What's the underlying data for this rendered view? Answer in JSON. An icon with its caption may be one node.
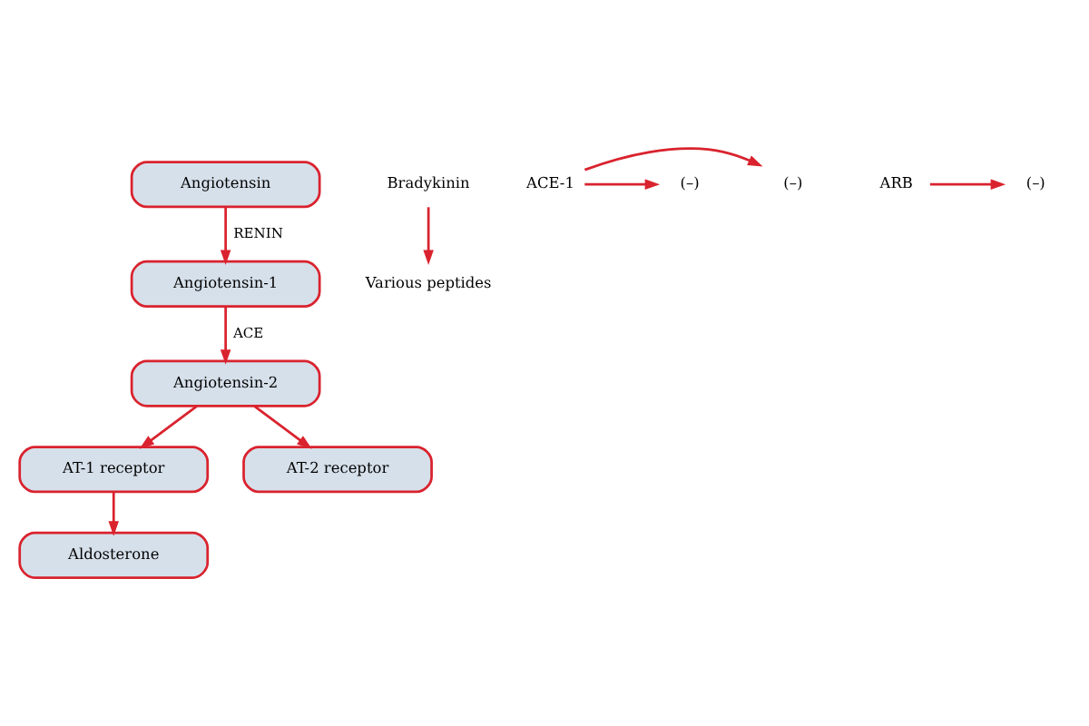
{
  "diagram": {
    "nodes": [
      {
        "text": [
          "Angiotensin"
        ]
      },
      {
        "text": [
          "Angiotensin-1"
        ]
      },
      {
        "text": [
          "Bradykinin"
        ]
      },
      {
        "text": [
          "(–)"
        ]
      },
      {
        "text": [
          "ACE-1"
        ]
      },
      {
        "text": [
          "(–)"
        ]
      },
      {
        "text": [
          "Angiotensin-2"
        ]
      },
      {
        "text": [
          "Various peptides"
        ]
      },
      {
        "text": [
          "ARB"
        ]
      },
      {
        "text": [
          "(–)"
        ]
      },
      {
        "text": [
          "AT-1 receptor"
        ]
      },
      {
        "text": [
          "AT-2 receptor"
        ]
      },
      {
        "text": [
          "Aldosterone"
        ]
      }
    ],
    "edges": [
      {
        "from": 0,
        "to": 1,
        "arrow": "to",
        "label": "RENIN"
      },
      {
        "from": 1,
        "to": 6,
        "arrow": "to",
        "label": "ACE"
      },
      {
        "from": 4,
        "to": 3,
        "arrow": "to"
      },
      {
        "from": 4,
        "to": 5,
        "arrow": "to"
      },
      {
        "from": 2,
        "to": 7,
        "arrow": "to"
      },
      {
        "from": 8,
        "to": 9,
        "arrow": "to"
      },
      {
        "from": 6,
        "to": 10,
        "arrow": "to"
      },
      {
        "from": 6,
        "to": 11,
        "arrow": "to"
      },
      {
        "from": 10,
        "to": 12,
        "arrow": "to"
      }
    ]
  }
}
